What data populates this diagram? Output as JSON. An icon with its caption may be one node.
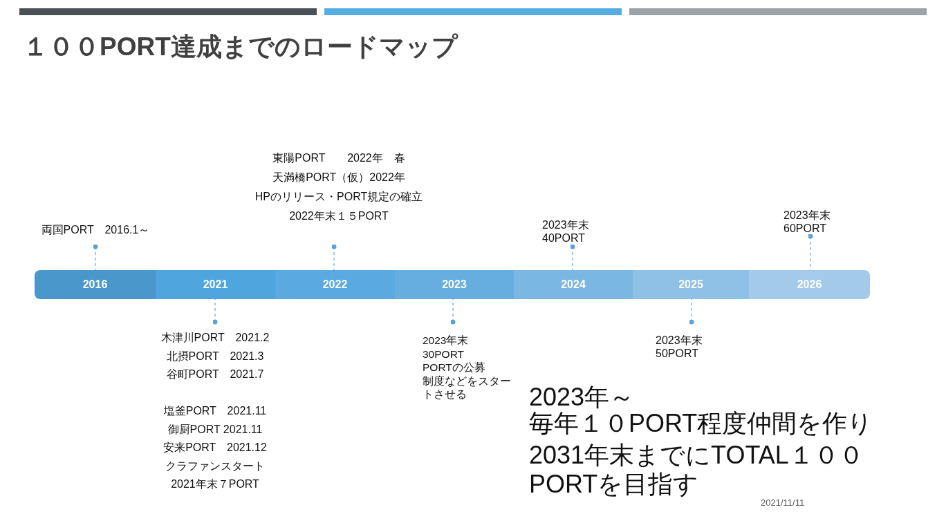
{
  "diagram": {
    "title": "１００PORT達成までのロードマップ",
    "nodes": [
      {
        "text": [
          "両国PORT　2016.1～"
        ]
      },
      {
        "text": [
          "東陽PORT　　2022年　春",
          "天満橋PORT（仮）2022年",
          "HPのリリース・PORT規定の確立",
          "2022年末１５PORT"
        ]
      },
      {
        "text": [
          "2023年末",
          "40PORT"
        ]
      },
      {
        "text": [
          "2023年末",
          "60PORT"
        ]
      },
      {
        "text": [
          "2016"
        ]
      },
      {
        "text": [
          "2021"
        ]
      },
      {
        "text": [
          "2022"
        ]
      },
      {
        "text": [
          "2023"
        ]
      },
      {
        "text": [
          "2024"
        ]
      },
      {
        "text": [
          "2025"
        ]
      },
      {
        "text": [
          "2026"
        ]
      },
      {
        "text": [
          "木津川PORT　2021.2",
          "北摂PORT　2021.3",
          "谷町PORT　2021.7",
          "塩釜PORT　2021.11",
          "御厨PORT 2021.11",
          "安来PORT　2021.12",
          "クラファンスタート",
          "2021年末７PORT"
        ]
      },
      {
        "text": [
          "2023年末",
          "30PORT",
          "PORTの公募",
          "制度などをスタートさせる"
        ]
      },
      {
        "text": [
          "2023年末",
          "50PORT"
        ]
      }
    ],
    "edges": [
      {
        "from": 0,
        "to": 4,
        "arrow": "other",
        "style": "dashed"
      },
      {
        "from": 1,
        "to": 6,
        "arrow": "other",
        "style": "dashed"
      },
      {
        "from": 2,
        "to": 8,
        "arrow": "other",
        "style": "dashed"
      },
      {
        "from": 3,
        "to": 10,
        "arrow": "other",
        "style": "dashed"
      },
      {
        "from": 11,
        "to": 5,
        "arrow": "other",
        "style": "dashed"
      },
      {
        "from": 12,
        "to": 7,
        "arrow": "other",
        "style": "dashed"
      },
      {
        "from": 13,
        "to": 9,
        "arrow": "other",
        "style": "dashed"
      }
    ],
    "labels": [
      "2023年～",
      "毎年１０PORT程度仲間を作り",
      "2031年末までにTOTAL１００PORTを目指す",
      "2021/11/11"
    ]
  }
}
